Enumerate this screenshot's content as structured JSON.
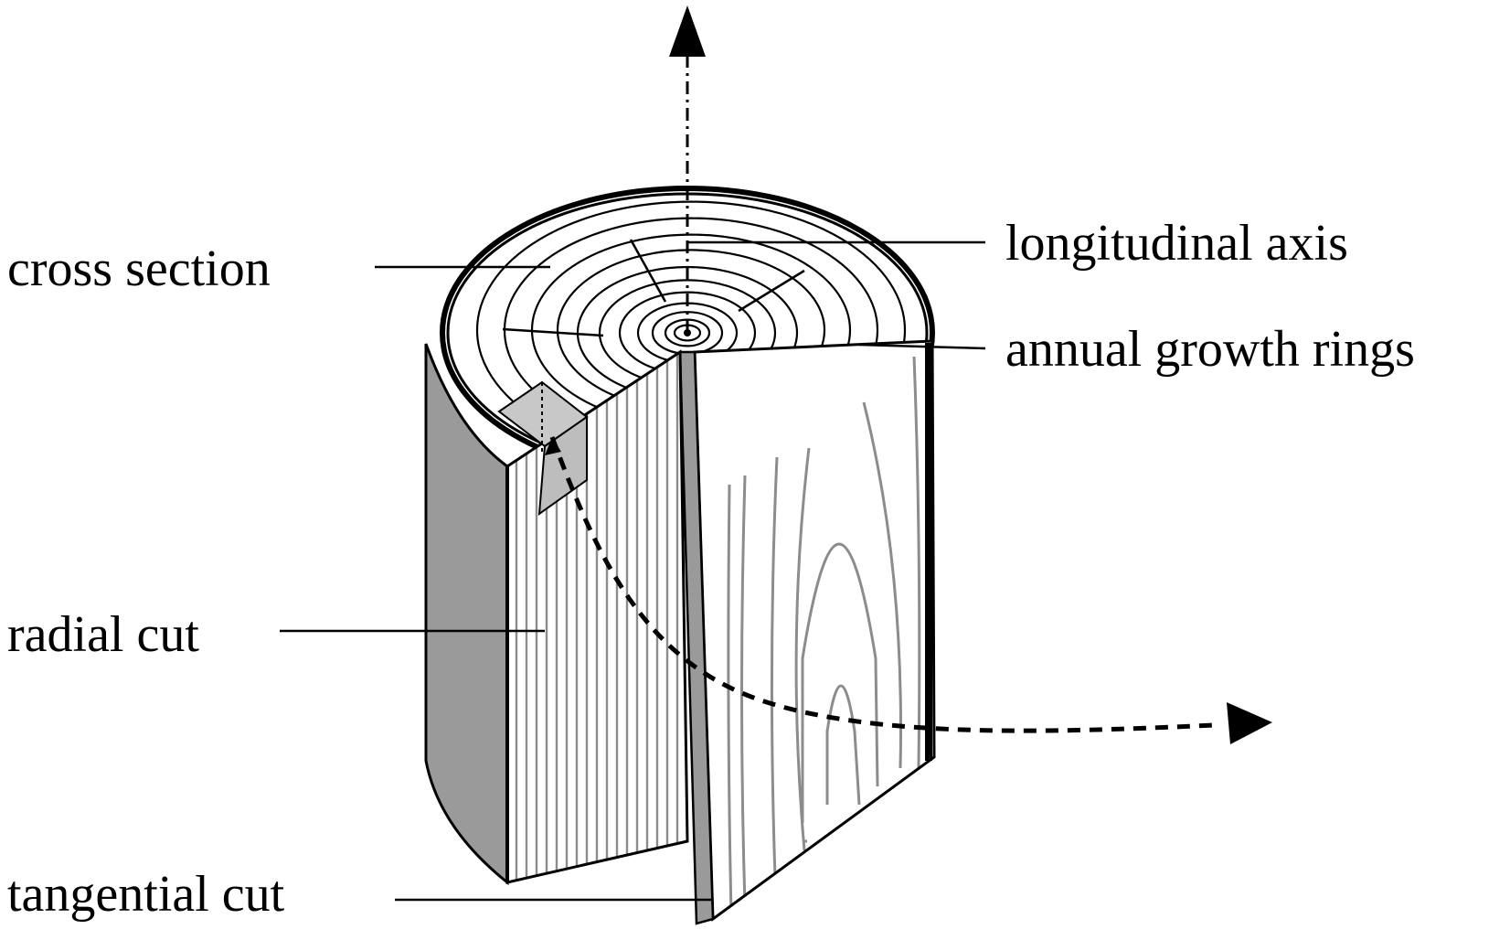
{
  "labels": {
    "cross_section": "cross section",
    "longitudinal_axis": "longitudinal axis",
    "annual_growth_rings": "annual growth rings",
    "radial_cut": "radial cut",
    "tangential_cut": "tangential cut"
  },
  "colors": {
    "stroke": "#000000",
    "bark": "#9a9a9a",
    "specimen": "#bdbdbd",
    "grain": "#8c8c8c",
    "background": "#ffffff"
  }
}
